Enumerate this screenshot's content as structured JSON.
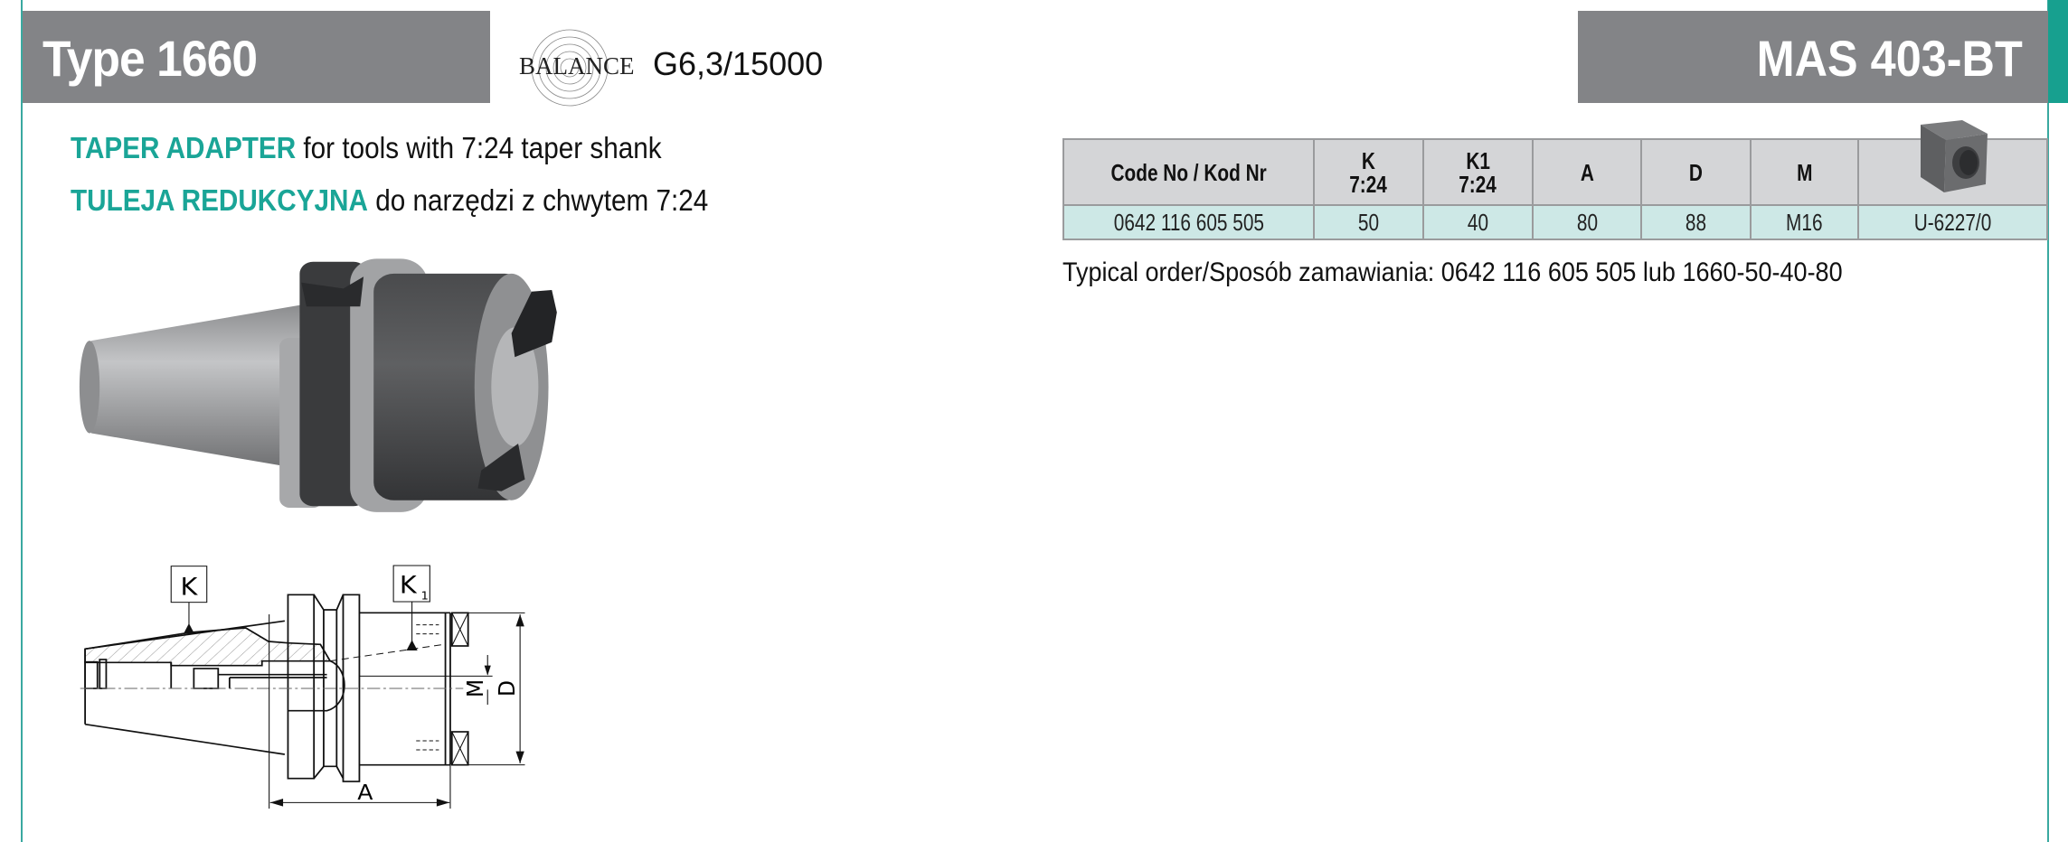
{
  "header": {
    "type_title": "Type 1660",
    "balance_logo_word": "BALANCE",
    "balance_value": "G6,3/15000",
    "standard_title": "MAS 403-BT"
  },
  "description": {
    "en_bold": "TAPER ADAPTER",
    "en_rest": " for tools with 7:24 taper shank",
    "pl_bold": "TULEJA REDUKCYJNA",
    "pl_rest": " do narzędzi z chwytem 7:24"
  },
  "table": {
    "headers": [
      {
        "line1": "Code No / Kod Nr",
        "line2": ""
      },
      {
        "line1": "K",
        "line2": "7:24"
      },
      {
        "line1": "K1",
        "line2": "7:24"
      },
      {
        "line1": "A",
        "line2": ""
      },
      {
        "line1": "D",
        "line2": ""
      },
      {
        "line1": "M",
        "line2": ""
      }
    ],
    "accessory_icon": "square-nut-icon",
    "rows": [
      [
        "0642 116 605 505",
        "50",
        "40",
        "80",
        "88",
        "M16",
        "U-6227/0"
      ]
    ]
  },
  "typical_order": "Typical order/Sposób zamawiania: 0642 116 605 505 lub 1660-50-40-80",
  "drawing_labels": {
    "k": "K",
    "k1": "K",
    "k1_sub": "1",
    "a": "A",
    "d": "D",
    "m": "M"
  },
  "colors": {
    "accent_teal": "#1aa597",
    "header_gray": "#838487",
    "table_header_bg": "#d4d5d7",
    "table_row_bg": "#cde8e6"
  }
}
